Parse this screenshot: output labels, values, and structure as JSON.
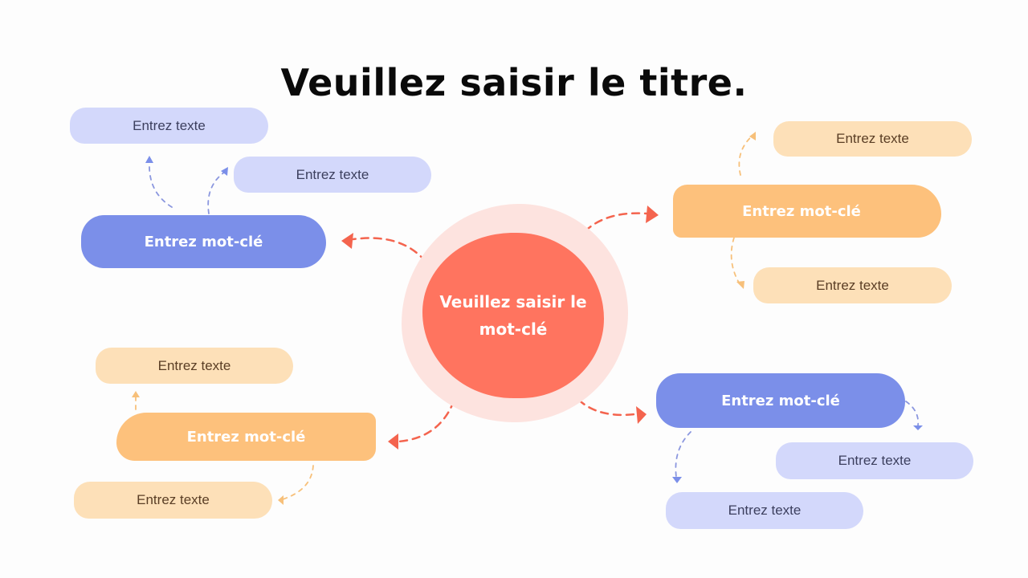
{
  "title": "Veuillez saisir le titre.",
  "center": {
    "label": "Veuillez saisir le mot-clé",
    "color": "#ff745f",
    "halo_color": "#fde3df"
  },
  "branches": {
    "top_left": {
      "keyword": "Entrez mot-clé",
      "color": "#7b8fe9",
      "texts": [
        "Entrez texte",
        "Entrez texte"
      ],
      "text_color": "#d3d8fb"
    },
    "top_right": {
      "keyword": "Entrez mot-clé",
      "color": "#fdc17c",
      "texts": [
        "Entrez texte",
        "Entrez texte"
      ],
      "text_color": "#fde0b8"
    },
    "bottom_left": {
      "keyword": "Entrez mot-clé",
      "color": "#fdc17c",
      "texts": [
        "Entrez texte",
        "Entrez texte"
      ],
      "text_color": "#fde0b8"
    },
    "bottom_right": {
      "keyword": "Entrez mot-clé",
      "color": "#7b8fe9",
      "texts": [
        "Entrez texte",
        "Entrez texte"
      ],
      "text_color": "#d3d8fb"
    }
  },
  "connector_colors": {
    "center": "#f4644e",
    "blue": "#8b97df",
    "orange": "#f7c07a"
  }
}
